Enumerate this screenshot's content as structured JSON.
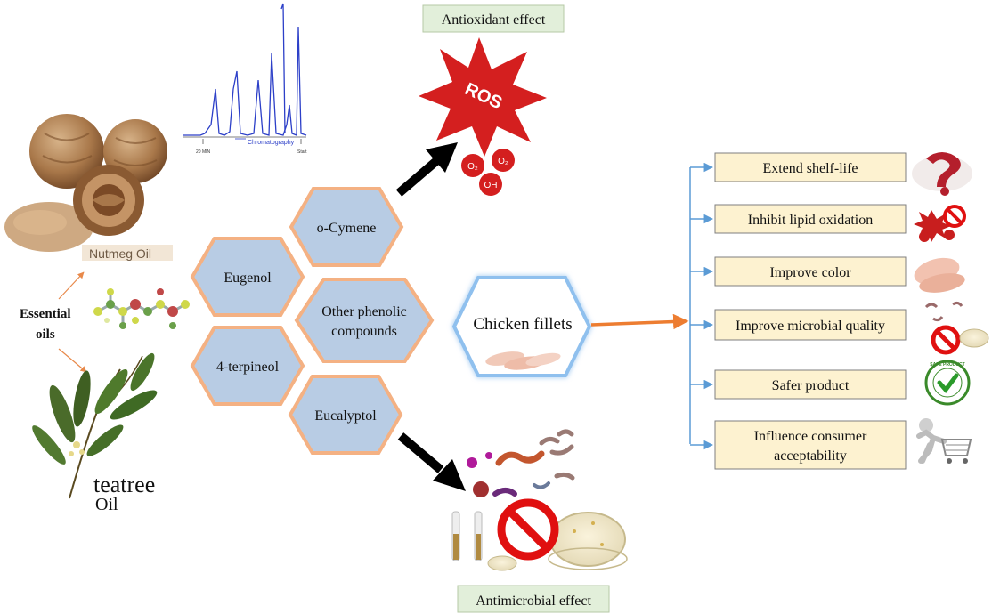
{
  "source": {
    "title": "Essential oils",
    "nutmeg_label": "Nutmeg Oil",
    "teatree_label_1": "teatree",
    "teatree_label_2": "Oil",
    "chromatography_label": "Chromatography",
    "chrom_left_tick": "20 MIN",
    "chrom_right_tick": "Start"
  },
  "compounds": [
    {
      "label": "o-Cymene"
    },
    {
      "label": "Eugenol"
    },
    {
      "label": "Other phenolic compounds"
    },
    {
      "label": "4-terpineol"
    },
    {
      "label": "Eucalyptol"
    }
  ],
  "center": {
    "label": "Chicken fillets"
  },
  "effects": {
    "antioxidant": "Antioxidant effect",
    "antimicrobial": "Antimicrobial effect",
    "ros_label": "ROS",
    "o2_label_a": "O₂",
    "o2_label_b": "O₂",
    "oh_label": "OH"
  },
  "outcomes": [
    {
      "label": "Extend shelf-life"
    },
    {
      "label": "Inhibit lipid oxidation"
    },
    {
      "label": "Improve color"
    },
    {
      "label": "Improve microbial quality"
    },
    {
      "label": "Safer product"
    },
    {
      "label": "Influence consumer acceptability"
    }
  ],
  "badge": {
    "text": "SAFE PRODUCT"
  },
  "colors": {
    "hex_fill": "#b8cce4",
    "hex_border": "#f4b183",
    "outcome_fill": "#fdf2d0",
    "effect_box_fill": "#e2efda",
    "bracket": "#5b9bd5",
    "orange_arrow": "#ed7d31",
    "no_sign": "#e01010"
  }
}
